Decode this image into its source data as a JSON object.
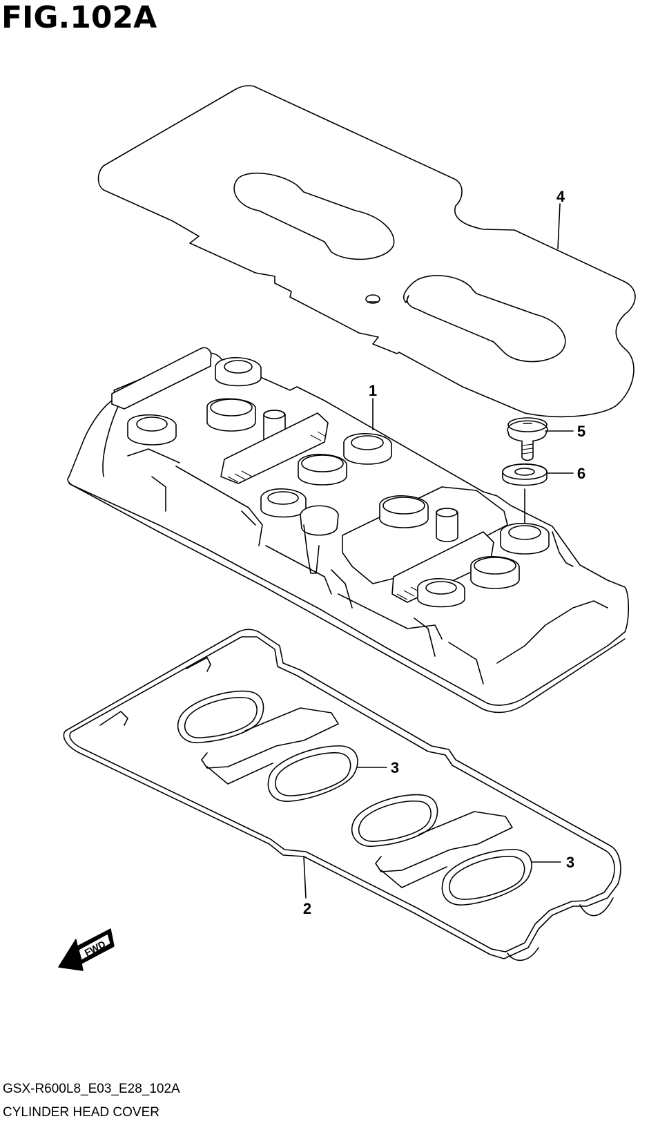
{
  "figure": {
    "title": "FIG.102A",
    "code": "GSX-R600L8_E03_E28_102A",
    "name": "CYLINDER HEAD COVER"
  },
  "callouts": [
    {
      "id": "c1",
      "label": "1"
    },
    {
      "id": "c2",
      "label": "2"
    },
    {
      "id": "c3a",
      "label": "3"
    },
    {
      "id": "c3b",
      "label": "3"
    },
    {
      "id": "c4",
      "label": "4"
    },
    {
      "id": "c5",
      "label": "5"
    },
    {
      "id": "c6",
      "label": "6"
    }
  ],
  "direction_marker": {
    "label": "FWD",
    "icon": "fwd-arrow-icon"
  }
}
